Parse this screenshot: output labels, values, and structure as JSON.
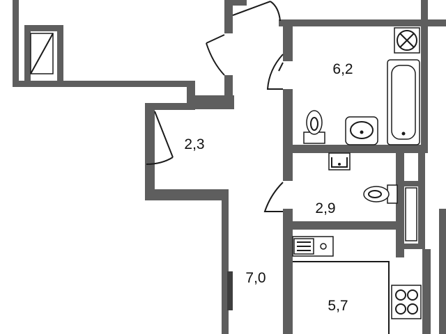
{
  "rooms": [
    {
      "id": "bathroom",
      "area": "6,2"
    },
    {
      "id": "hall-closet",
      "area": "2,3"
    },
    {
      "id": "toilet",
      "area": "2,9"
    },
    {
      "id": "corridor",
      "area": "7,0"
    },
    {
      "id": "kitchen",
      "area": "5,7"
    }
  ],
  "colors": {
    "wall": "#5e5e5e",
    "background": "#ffffff"
  }
}
